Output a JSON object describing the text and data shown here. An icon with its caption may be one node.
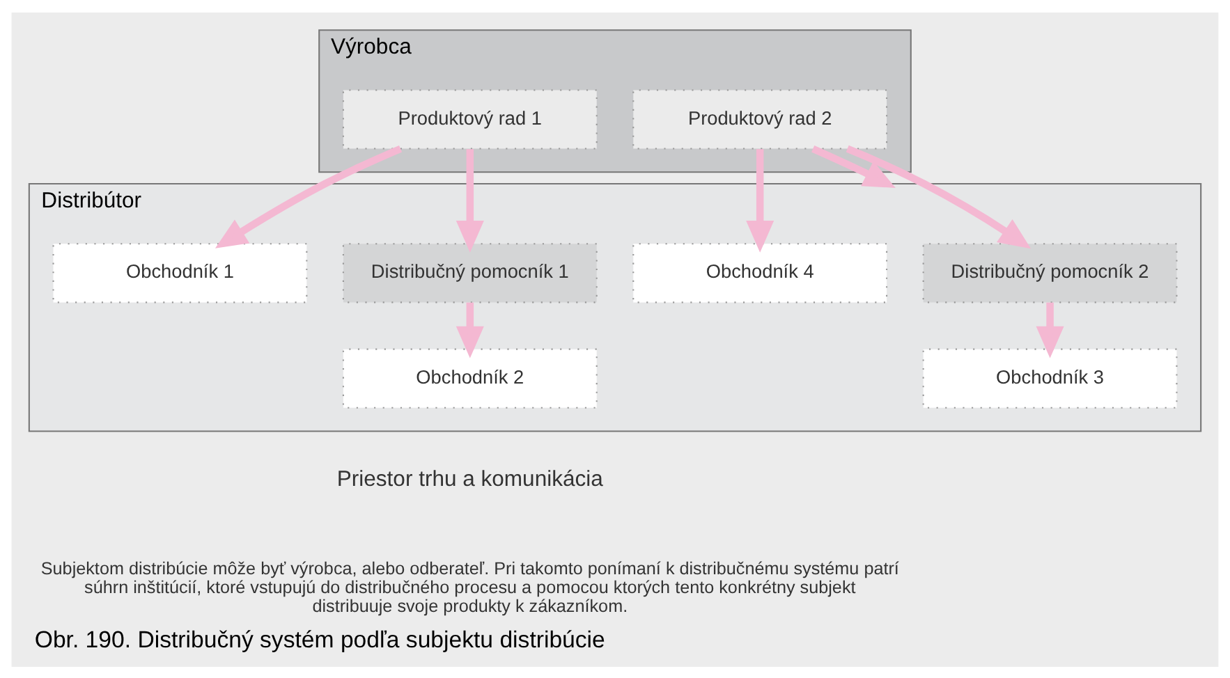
{
  "diagram": {
    "caption": "Obr. 190. Distribučný systém podľa subjektu distribúcie",
    "nodes": [
      {
        "text": [
          "Výrobca"
        ]
      },
      {
        "text": [
          "Produktový rad 1"
        ],
        "in": 0
      },
      {
        "text": [
          "Produktový rad 2"
        ],
        "in": 0
      },
      {
        "text": [
          "Distribútor"
        ]
      },
      {
        "text": [
          "Distribučný pomocník 2"
        ],
        "in": 3
      },
      {
        "text": [
          "Obchodník 1"
        ],
        "in": 3
      },
      {
        "text": [
          "Distribučný pomocník 1"
        ],
        "in": 3
      },
      {
        "text": [
          "Obchodník 3"
        ],
        "in": 3
      },
      {
        "text": [
          "Obchodník 2"
        ],
        "in": 3
      },
      {
        "text": [
          "Obchodník 4"
        ],
        "in": 3
      }
    ],
    "edges": [
      {
        "from": 1,
        "to": 5,
        "arrow": "to"
      },
      {
        "from": 1,
        "to": 6,
        "arrow": "to"
      },
      {
        "from": 2,
        "to": 3,
        "arrow": "to"
      },
      {
        "from": 2,
        "to": 9,
        "arrow": "to"
      },
      {
        "from": 2,
        "to": 4,
        "arrow": "to"
      },
      {
        "from": 6,
        "to": 8,
        "arrow": "to"
      },
      {
        "from": 4,
        "to": 7,
        "arrow": "to"
      }
    ],
    "labels": [
      "Priestor trhu a komunikácia",
      "Subjektom distribúcie môže byť výrobca, alebo odberateľ. Pri takomto ponímaní k distribučnému systému patrí súhrn inštitúcií, ktoré vstupujú do distribučného procesu a pomocou ktorých tento konkrétny subjekt distribuuje svoje produkty k zákazníkom."
    ]
  }
}
